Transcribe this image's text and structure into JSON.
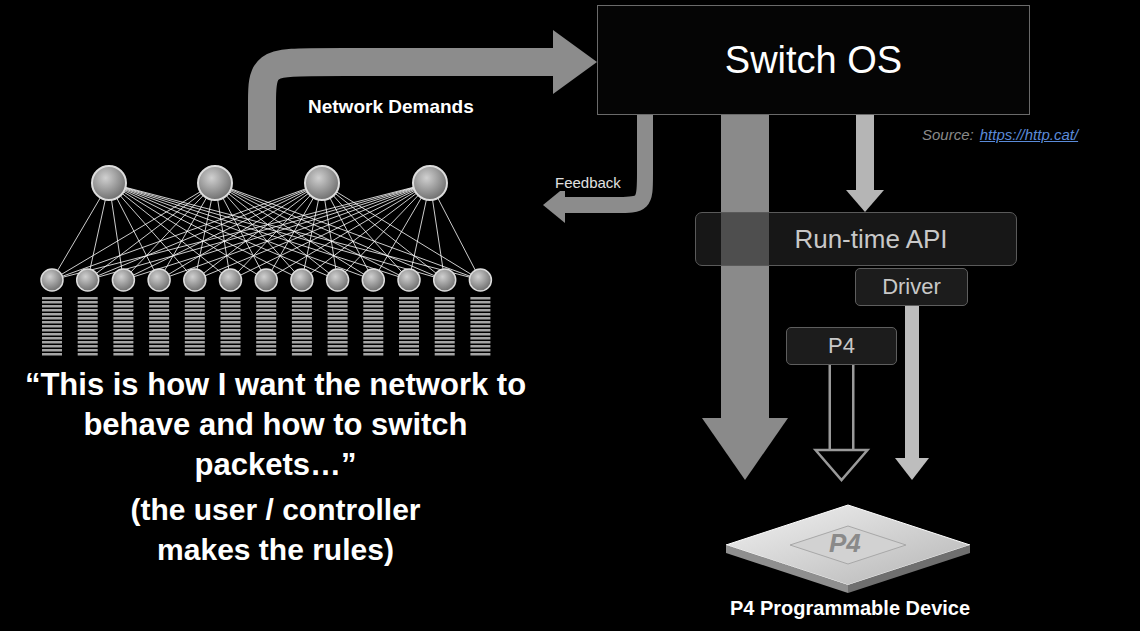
{
  "diagram": {
    "nodes": [
      {
        "text": [
          "Switch OS"
        ]
      },
      {
        "text": [
          "“This is how I want the network to behave and how to switch packets…”",
          "(the user / controller makes the rules)"
        ]
      },
      {
        "text": [
          "Run-time API"
        ]
      },
      {
        "text": [
          "Driver"
        ]
      },
      {
        "text": [
          "P4"
        ]
      },
      {
        "text": [
          "P4 Programmable Device"
        ]
      }
    ],
    "edges": [
      {
        "from": 1,
        "to": 0,
        "arrow": "to",
        "label": "Network Demands"
      },
      {
        "from": 0,
        "to": 1,
        "arrow": "to",
        "label": "Feedback"
      },
      {
        "from": 0,
        "to": 2,
        "arrow": "to"
      },
      {
        "from": 0,
        "to": 5,
        "arrow": "to"
      },
      {
        "from": 4,
        "to": 5,
        "arrow": "to"
      },
      {
        "from": 3,
        "to": 5,
        "arrow": "to"
      }
    ],
    "labels": [
      "Source:",
      "https://http.cat/",
      "P4"
    ]
  }
}
